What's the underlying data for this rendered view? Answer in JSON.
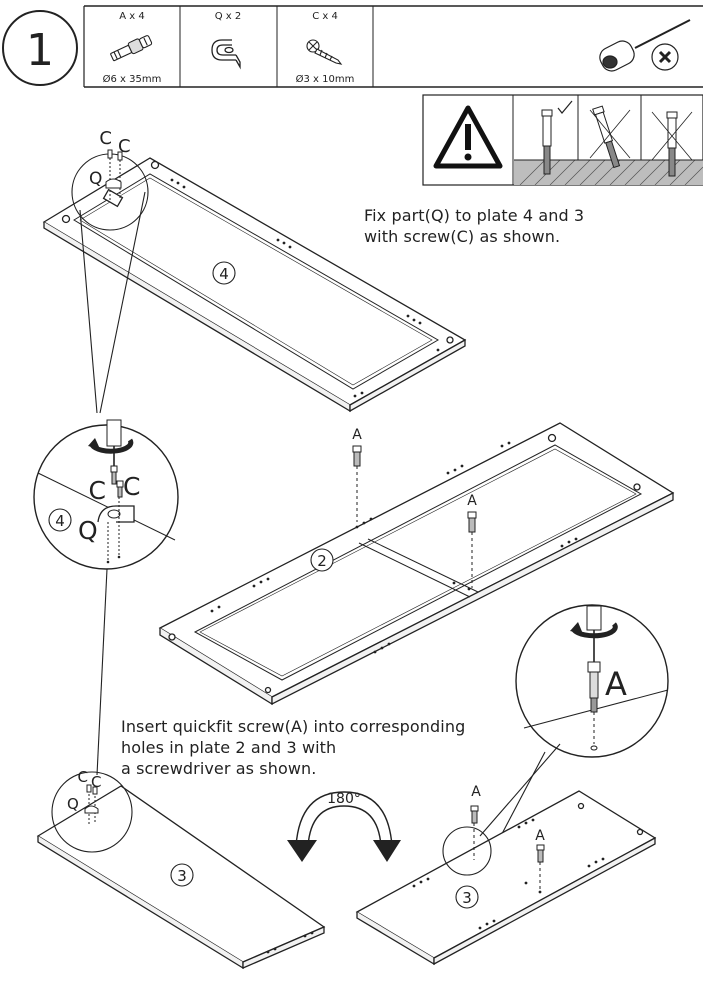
{
  "step": {
    "number": "1"
  },
  "parts": [
    {
      "name": "A x 4",
      "size": "Ø6 x 35mm"
    },
    {
      "name": "Q x 2",
      "size": ""
    },
    {
      "name": "C x 4",
      "size": "Ø3 x 10mm"
    }
  ],
  "tool": {
    "icon": "phillips-screwdriver-icon"
  },
  "warning": {
    "icon": "warning-triangle-icon",
    "states": [
      "correct",
      "wrong",
      "wrong"
    ]
  },
  "instructions": {
    "fix_q": "Fix part(Q) to plate 4 and 3\nwith screw(C) as shown.",
    "quickfit": "Insert quickfit screw(A) into corresponding\nholes in plate 2 and 3 with\na screwdriver as shown."
  },
  "labels": {
    "plate4": "4",
    "plate2": "2",
    "plate3": "3",
    "plate3_flipped": "3",
    "part_a": "A",
    "part_c": "C",
    "part_q": "Q",
    "rotation": "180°"
  }
}
